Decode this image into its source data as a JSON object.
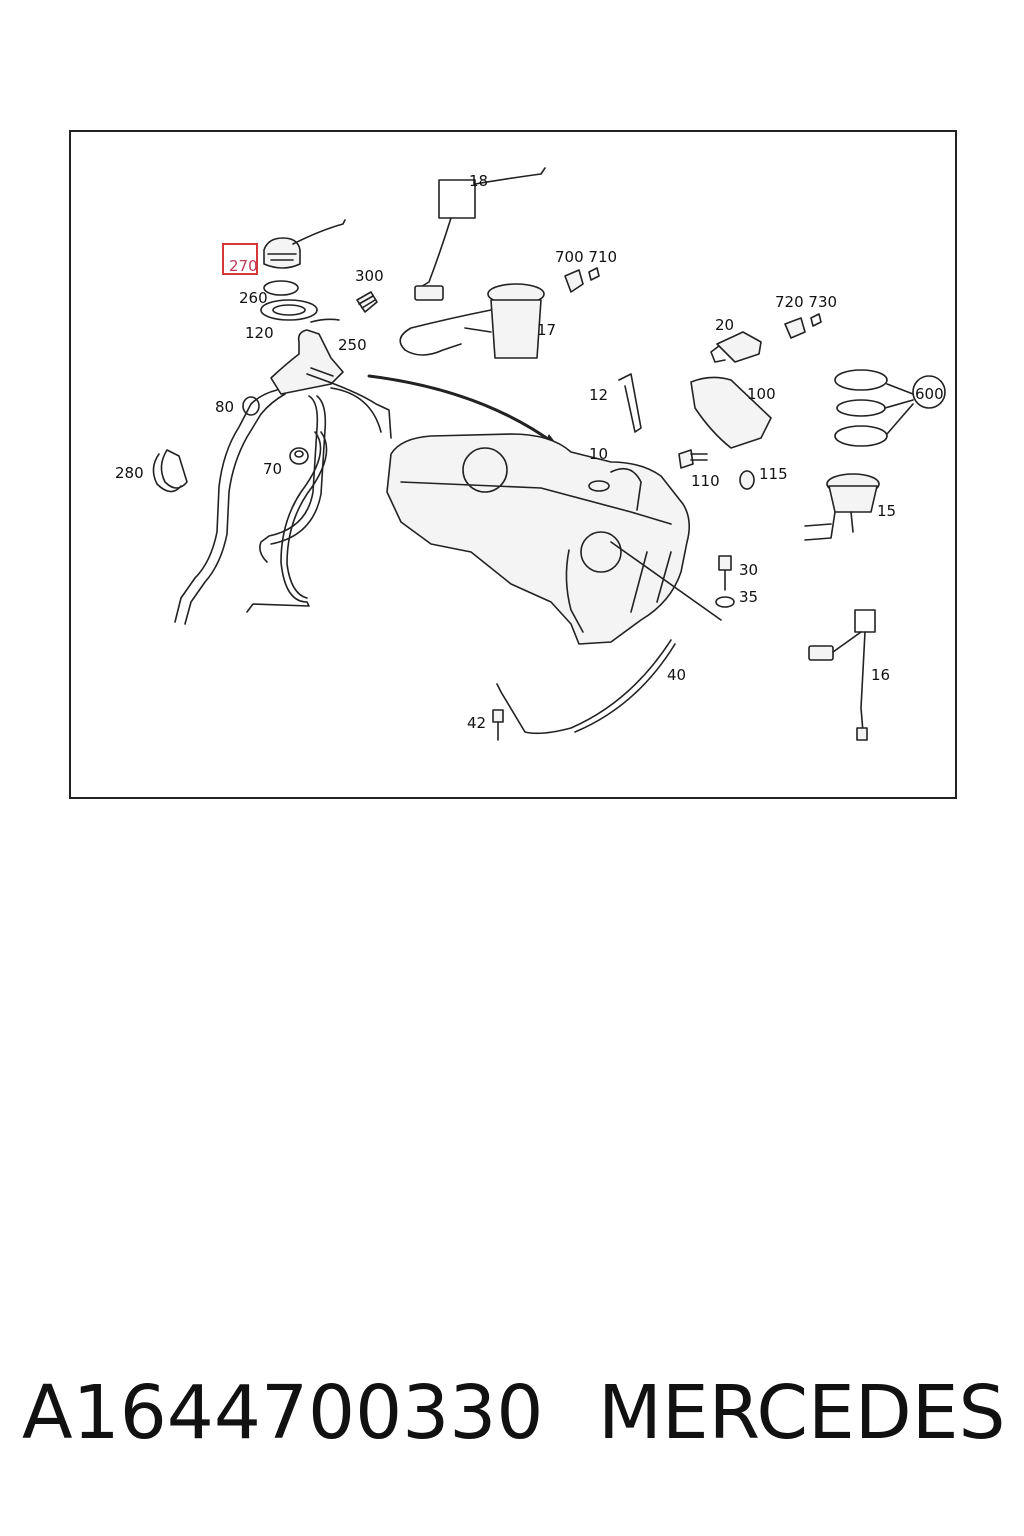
{
  "diagram": {
    "highlighted_callout": "270",
    "callouts": [
      "18",
      "270",
      "260",
      "300",
      "120",
      "250",
      "700 710",
      "17",
      "720 730",
      "20",
      "12",
      "100",
      "600",
      "80",
      "280",
      "70",
      "10",
      "110",
      "115",
      "15",
      "30",
      "35",
      "40",
      "16",
      "42"
    ]
  },
  "footer": {
    "part_number": "A1644700330",
    "brand": "MERCEDES"
  },
  "colors": {
    "highlight": "#d63838",
    "line": "#222222"
  }
}
